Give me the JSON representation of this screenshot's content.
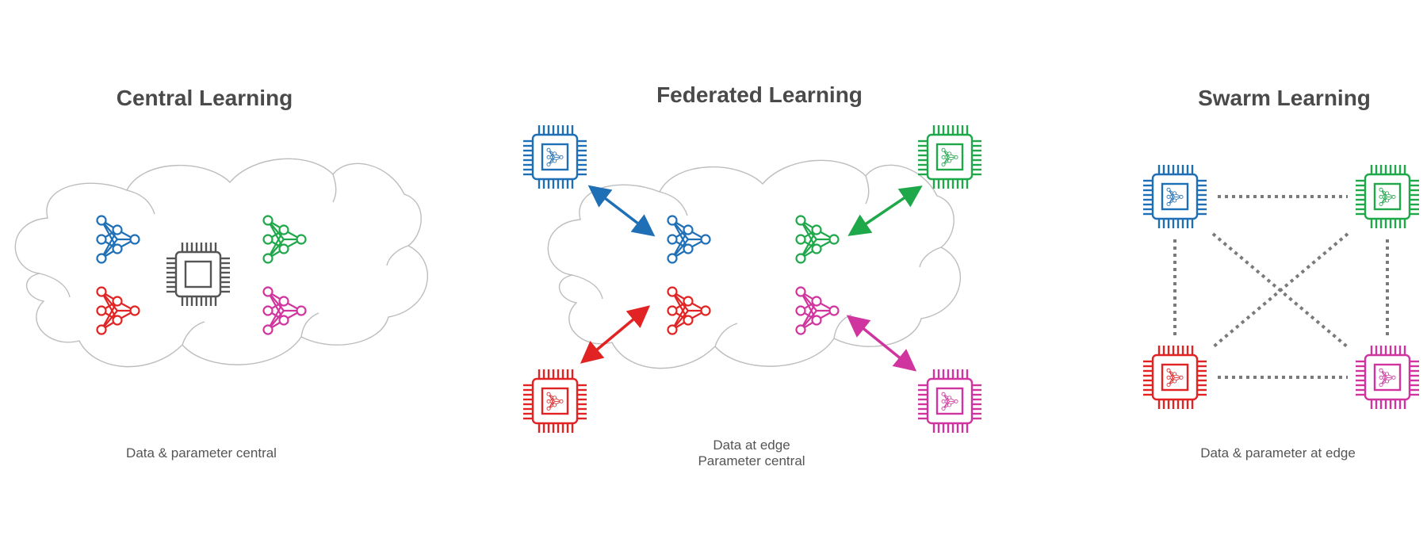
{
  "panels": [
    {
      "title": "Central Learning",
      "caption": [
        "Data & parameter central"
      ]
    },
    {
      "title": "Federated Learning",
      "caption": [
        "Data at edge",
        "Parameter central"
      ]
    },
    {
      "title": "Swarm Learning",
      "caption": [
        "Data & parameter at edge"
      ]
    }
  ],
  "colors": {
    "blue": "#1f6fb6",
    "green": "#1ea84a",
    "red": "#e22323",
    "magenta": "#d0359f",
    "gray": "#555555",
    "cloud": "#bdbdbd",
    "dots": "#7a7a7a"
  },
  "icons": [
    "cloud-icon",
    "neural-network-icon",
    "chip-icon",
    "ai-chip-icon",
    "bidirectional-arrow-icon",
    "dotted-link"
  ]
}
